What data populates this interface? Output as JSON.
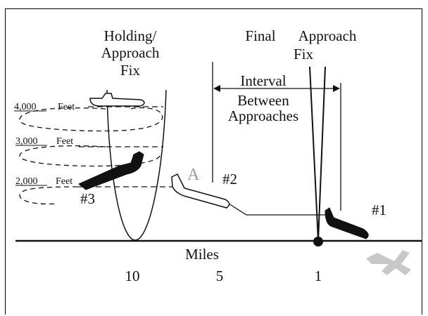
{
  "labels": {
    "holding_fix_line1": "Holding/",
    "holding_fix_line2": "Approach",
    "holding_fix_line3": "Fix",
    "final_fix_line1": "Final",
    "final_fix_line2": "Approach",
    "final_fix_line3": "Fix",
    "interval_line1": "Interval",
    "interval_line2": "Between",
    "interval_line3": "Approaches",
    "alt_4000": "4,000",
    "alt_3000": "3,000",
    "alt_2000": "2,000",
    "feet": "Feet",
    "aircraft_a": "A",
    "aircraft_1": "#1",
    "aircraft_2": "#2",
    "aircraft_3": "#3",
    "miles": "Miles",
    "mile_10": "10",
    "mile_5": "5",
    "mile_1": "1"
  },
  "colors": {
    "ink": "#111111",
    "aircraft_fill_dark": "#111111",
    "aircraft_fill_light": "#ffffff",
    "ghost_aircraft": "#c8c8c8",
    "label_a": "#9a9a9a"
  }
}
